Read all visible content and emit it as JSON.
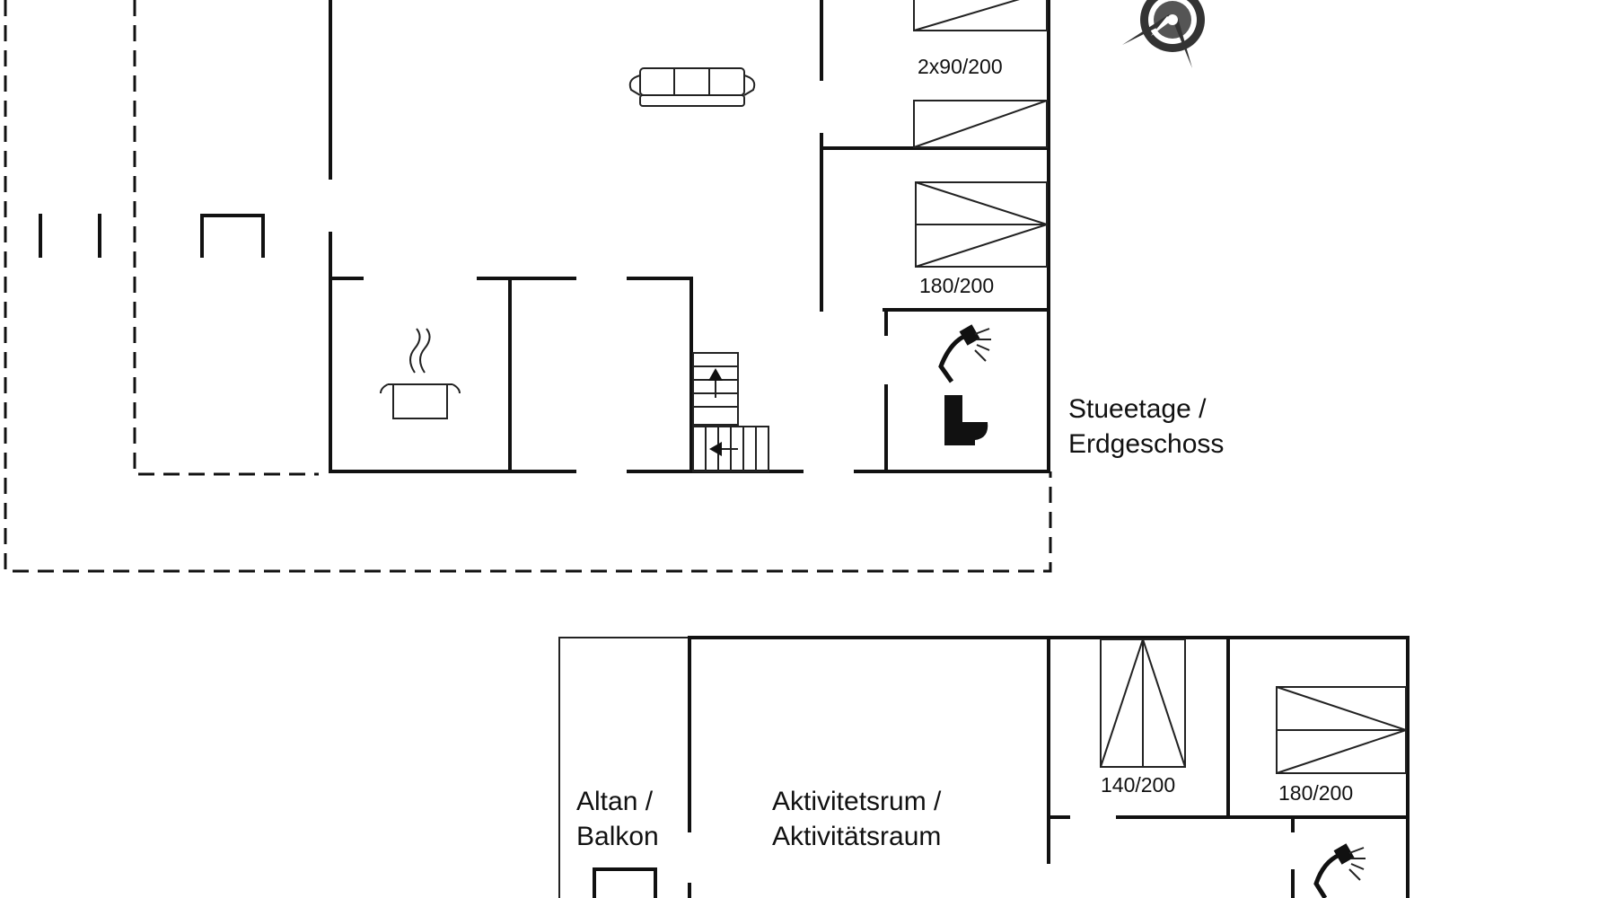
{
  "ground_floor": {
    "label_line1": "Stueetage /",
    "label_line2": "Erdgeschoss",
    "bed_top": "2x90/200",
    "bed_mid": "180/200"
  },
  "upper_floor": {
    "balcony_line1": "Altan /",
    "balcony_line2": "Balkon",
    "activity_line1": "Aktivitetsrum /",
    "activity_line2": "Aktivitätsraum",
    "bed_left": "140/200",
    "bed_right": "180/200"
  },
  "colors": {
    "line": "#111111",
    "background": "#ffffff"
  },
  "icons": [
    "compass-rose-icon",
    "sofa-icon",
    "cooking-pot-icon",
    "stairs-icon",
    "shower-icon",
    "toilet-icon"
  ]
}
